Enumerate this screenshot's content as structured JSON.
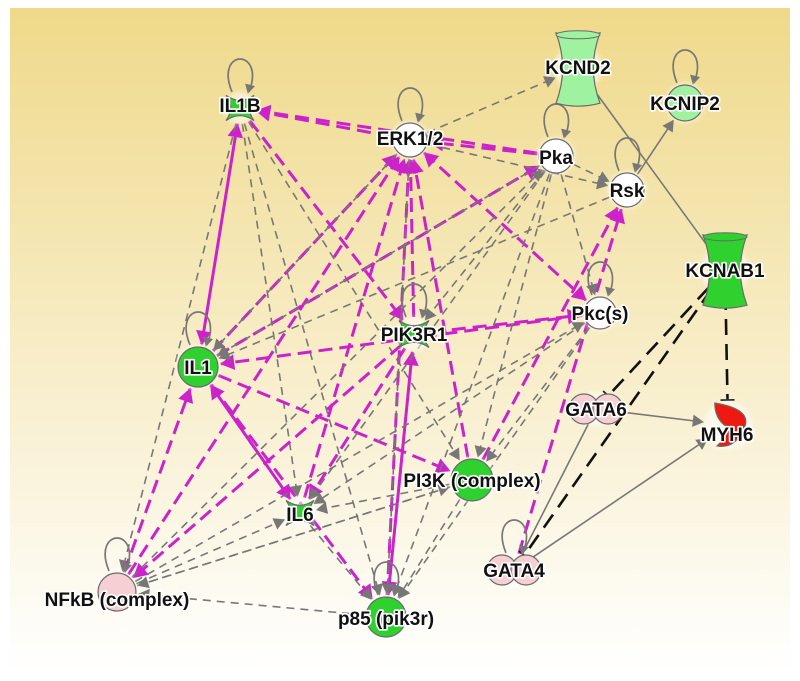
{
  "colors": {
    "bg_top": "#efd98a",
    "bg_bottom": "#ffffff",
    "edge_magenta": "#cc22cc",
    "edge_gray": "#777777",
    "edge_black": "#111111",
    "node_green": "#2ed12e",
    "node_light_green": "#9ff29f",
    "node_pink": "#f5cfd2",
    "node_white": "#ffffff",
    "node_red": "#ee1a12"
  },
  "nodes": [
    {
      "id": "IL1B",
      "label": "IL1B",
      "shape": "x-cross",
      "fill": "node_green",
      "self_loop": true
    },
    {
      "id": "ERK",
      "label": "ERK1/2",
      "shape": "circle",
      "fill": "node_white",
      "self_loop": true
    },
    {
      "id": "PKA",
      "label": "Pka",
      "shape": "circle",
      "fill": "node_white",
      "self_loop": true
    },
    {
      "id": "KCND2",
      "label": "KCND2",
      "shape": "channel",
      "fill": "node_light_green",
      "self_loop": false
    },
    {
      "id": "KCNIP2",
      "label": "KCNIP2",
      "shape": "circle",
      "fill": "node_light_green",
      "self_loop": true
    },
    {
      "id": "RSK",
      "label": "Rsk",
      "shape": "circle",
      "fill": "node_white",
      "self_loop": true
    },
    {
      "id": "KCNAB1",
      "label": "KCNAB1",
      "shape": "channel",
      "fill": "node_green",
      "self_loop": false
    },
    {
      "id": "PIK3R1",
      "label": "PIK3R1",
      "shape": "x-cross",
      "fill": "node_green",
      "self_loop": true
    },
    {
      "id": "PKC",
      "label": "Pkc(s)",
      "shape": "circle",
      "fill": "node_white",
      "self_loop": true
    },
    {
      "id": "IL1",
      "label": "IL1",
      "shape": "circle",
      "fill": "node_green",
      "self_loop": true
    },
    {
      "id": "GATA6",
      "label": "GATA6",
      "shape": "double-circle",
      "fill": "node_pink",
      "self_loop": false
    },
    {
      "id": "MYH6",
      "label": "MYH6",
      "shape": "crescent",
      "fill": "node_red",
      "self_loop": false
    },
    {
      "id": "PI3K",
      "label": "PI3K (complex)",
      "shape": "circle",
      "fill": "node_green",
      "self_loop": false
    },
    {
      "id": "IL6",
      "label": "IL6",
      "shape": "x-cross",
      "fill": "node_green",
      "self_loop": false
    },
    {
      "id": "GATA4",
      "label": "GATA4",
      "shape": "double-circle",
      "fill": "node_pink",
      "self_loop": true
    },
    {
      "id": "NFKB",
      "label": "NFkB (complex)",
      "shape": "circle",
      "fill": "node_pink",
      "self_loop": true
    },
    {
      "id": "P85",
      "label": "p85 (pik3r)",
      "shape": "circle",
      "fill": "node_green",
      "self_loop": true
    }
  ],
  "edges": [
    {
      "from": "IL1B",
      "to": "IL1",
      "style": "solid",
      "color": "edge_magenta",
      "head": "both"
    },
    {
      "from": "ERK",
      "to": "IL1B",
      "style": "dashed",
      "color": "edge_magenta",
      "head": "arrow"
    },
    {
      "from": "PKA",
      "to": "IL1B",
      "style": "dashed",
      "color": "edge_magenta",
      "head": "arrow"
    },
    {
      "from": "PKA",
      "to": "ERK",
      "style": "dashed",
      "color": "edge_magenta",
      "head": "arrow"
    },
    {
      "from": "ERK",
      "to": "PKC",
      "style": "dashed",
      "color": "edge_magenta",
      "head": "both"
    },
    {
      "from": "IL1B",
      "to": "PIK3R1",
      "style": "dashed",
      "color": "edge_magenta",
      "head": "arrow"
    },
    {
      "from": "IL1B",
      "to": "IL6",
      "style": "dashed",
      "color": "edge_gray",
      "head": "arrow"
    },
    {
      "from": "IL1B",
      "to": "NFKB",
      "style": "dashed",
      "color": "edge_gray",
      "head": "arrow"
    },
    {
      "from": "IL1B",
      "to": "P85",
      "style": "dashed",
      "color": "edge_gray",
      "head": "arrow"
    },
    {
      "from": "IL1B",
      "to": "PI3K",
      "style": "dashed",
      "color": "edge_gray",
      "head": "arrow"
    },
    {
      "from": "IL1",
      "to": "ERK",
      "style": "dashed",
      "color": "edge_magenta",
      "head": "arrow"
    },
    {
      "from": "IL1",
      "to": "PKA",
      "style": "dashed",
      "color": "edge_magenta",
      "head": "arrow"
    },
    {
      "from": "PKC",
      "to": "IL1",
      "style": "dashed",
      "color": "edge_magenta",
      "head": "arrow"
    },
    {
      "from": "IL1",
      "to": "IL6",
      "style": "solid",
      "color": "edge_magenta",
      "head": "both"
    },
    {
      "from": "IL1",
      "to": "PI3K",
      "style": "dashed",
      "color": "edge_magenta",
      "head": "arrow"
    },
    {
      "from": "IL1",
      "to": "P85",
      "style": "dashed",
      "color": "edge_magenta",
      "head": "arrow"
    },
    {
      "from": "NFKB",
      "to": "IL1",
      "style": "dashed",
      "color": "edge_magenta",
      "head": "arrow"
    },
    {
      "from": "NFKB",
      "to": "ERK",
      "style": "dashed",
      "color": "edge_magenta",
      "head": "arrow"
    },
    {
      "from": "PIK3R1",
      "to": "ERK",
      "style": "dashed",
      "color": "edge_magenta",
      "head": "arrow"
    },
    {
      "from": "PIK3R1",
      "to": "NFKB",
      "style": "dashed",
      "color": "edge_magenta",
      "head": "arrow"
    },
    {
      "from": "PIK3R1",
      "to": "IL6",
      "style": "dashed",
      "color": "edge_magenta",
      "head": "arrow"
    },
    {
      "from": "PIK3R1",
      "to": "PKC",
      "style": "dashed",
      "color": "edge_magenta",
      "head": "arrow"
    },
    {
      "from": "PI3K",
      "to": "ERK",
      "style": "dashed",
      "color": "edge_magenta",
      "head": "arrow"
    },
    {
      "from": "PI3K",
      "to": "RSK",
      "style": "dashed",
      "color": "edge_magenta",
      "head": "arrow"
    },
    {
      "from": "P85",
      "to": "ERK",
      "style": "dashed",
      "color": "edge_magenta",
      "head": "arrow"
    },
    {
      "from": "P85",
      "to": "PIK3R1",
      "style": "solid",
      "color": "edge_magenta",
      "head": "both"
    },
    {
      "from": "IL6",
      "to": "ERK",
      "style": "dashed",
      "color": "edge_magenta",
      "head": "arrow"
    },
    {
      "from": "IL6",
      "to": "P85",
      "style": "dashed",
      "color": "edge_gray",
      "head": "arrow"
    },
    {
      "from": "GATA4",
      "to": "RSK",
      "style": "dashed",
      "color": "edge_magenta",
      "head": "arrow"
    },
    {
      "from": "NFKB",
      "to": "PKA",
      "style": "dashed",
      "color": "edge_gray",
      "head": "arrow"
    },
    {
      "from": "NFKB",
      "to": "PKC",
      "style": "dashed",
      "color": "edge_gray",
      "head": "arrow"
    },
    {
      "from": "NFKB",
      "to": "PI3K",
      "style": "dashed",
      "color": "edge_gray",
      "head": "arrow"
    },
    {
      "from": "NFKB",
      "to": "IL6",
      "style": "dashed",
      "color": "edge_gray",
      "head": "arrow"
    },
    {
      "from": "P85",
      "to": "NFKB",
      "style": "dashed",
      "color": "edge_gray",
      "head": "arrow"
    },
    {
      "from": "PKA",
      "to": "RSK",
      "style": "dashed",
      "color": "edge_gray",
      "head": "arrow"
    },
    {
      "from": "PKA",
      "to": "PI3K",
      "style": "dashed",
      "color": "edge_gray",
      "head": "arrow"
    },
    {
      "from": "PKA",
      "to": "PIK3R1",
      "style": "dashed",
      "color": "edge_gray",
      "head": "arrow"
    },
    {
      "from": "PKA",
      "to": "IL6",
      "style": "dashed",
      "color": "edge_gray",
      "head": "arrow"
    },
    {
      "from": "PKA",
      "to": "P85",
      "style": "dashed",
      "color": "edge_gray",
      "head": "arrow"
    },
    {
      "from": "PKA",
      "to": "IL1",
      "style": "dashed",
      "color": "edge_gray",
      "head": "arrow"
    },
    {
      "from": "PKA",
      "to": "PKC",
      "style": "dashed",
      "color": "edge_gray",
      "head": "arrow"
    },
    {
      "from": "ERK",
      "to": "KCND2",
      "style": "dashed",
      "color": "edge_gray",
      "head": "arrow"
    },
    {
      "from": "ERK",
      "to": "RSK",
      "style": "dashed",
      "color": "edge_gray",
      "head": "arrow"
    },
    {
      "from": "ERK",
      "to": "P85",
      "style": "dashed",
      "color": "edge_gray",
      "head": "arrow"
    },
    {
      "from": "ERK",
      "to": "IL1",
      "style": "dashed",
      "color": "edge_gray",
      "head": "arrow"
    },
    {
      "from": "RSK",
      "to": "KCNIP2",
      "style": "solid",
      "color": "edge_gray",
      "head": "arrow"
    },
    {
      "from": "RSK",
      "to": "IL1",
      "style": "dashed",
      "color": "edge_gray",
      "head": "arrow"
    },
    {
      "from": "KCND2",
      "to": "KCNAB1",
      "style": "solid",
      "color": "edge_gray",
      "head": "none"
    },
    {
      "from": "PKC",
      "to": "P85",
      "style": "dashed",
      "color": "edge_gray",
      "head": "arrow"
    },
    {
      "from": "PKC",
      "to": "IL6",
      "style": "dashed",
      "color": "edge_gray",
      "head": "arrow"
    },
    {
      "from": "PKC",
      "to": "PI3K",
      "style": "dashed",
      "color": "edge_gray",
      "head": "arrow"
    },
    {
      "from": "PI3K",
      "to": "IL6",
      "style": "dashed",
      "color": "edge_gray",
      "head": "arrow"
    },
    {
      "from": "PI3K",
      "to": "NFKB",
      "style": "dashed",
      "color": "edge_gray",
      "head": "arrow"
    },
    {
      "from": "PI3K",
      "to": "P85",
      "style": "dashed",
      "color": "edge_gray",
      "head": "arrow"
    },
    {
      "from": "GATA6",
      "to": "MYH6",
      "style": "solid",
      "color": "edge_gray",
      "head": "arrow"
    },
    {
      "from": "GATA6",
      "to": "GATA4",
      "style": "solid",
      "color": "edge_gray",
      "head": "none"
    },
    {
      "from": "GATA4",
      "to": "MYH6",
      "style": "solid",
      "color": "edge_gray",
      "head": "arrow"
    },
    {
      "from": "KCNAB1",
      "to": "GATA6",
      "style": "dashed-long",
      "color": "edge_black",
      "head": "bar"
    },
    {
      "from": "KCNAB1",
      "to": "MYH6",
      "style": "dashed-long",
      "color": "edge_black",
      "head": "bar"
    },
    {
      "from": "KCNAB1",
      "to": "GATA4",
      "style": "dashed-long",
      "color": "edge_black",
      "head": "bar"
    }
  ]
}
